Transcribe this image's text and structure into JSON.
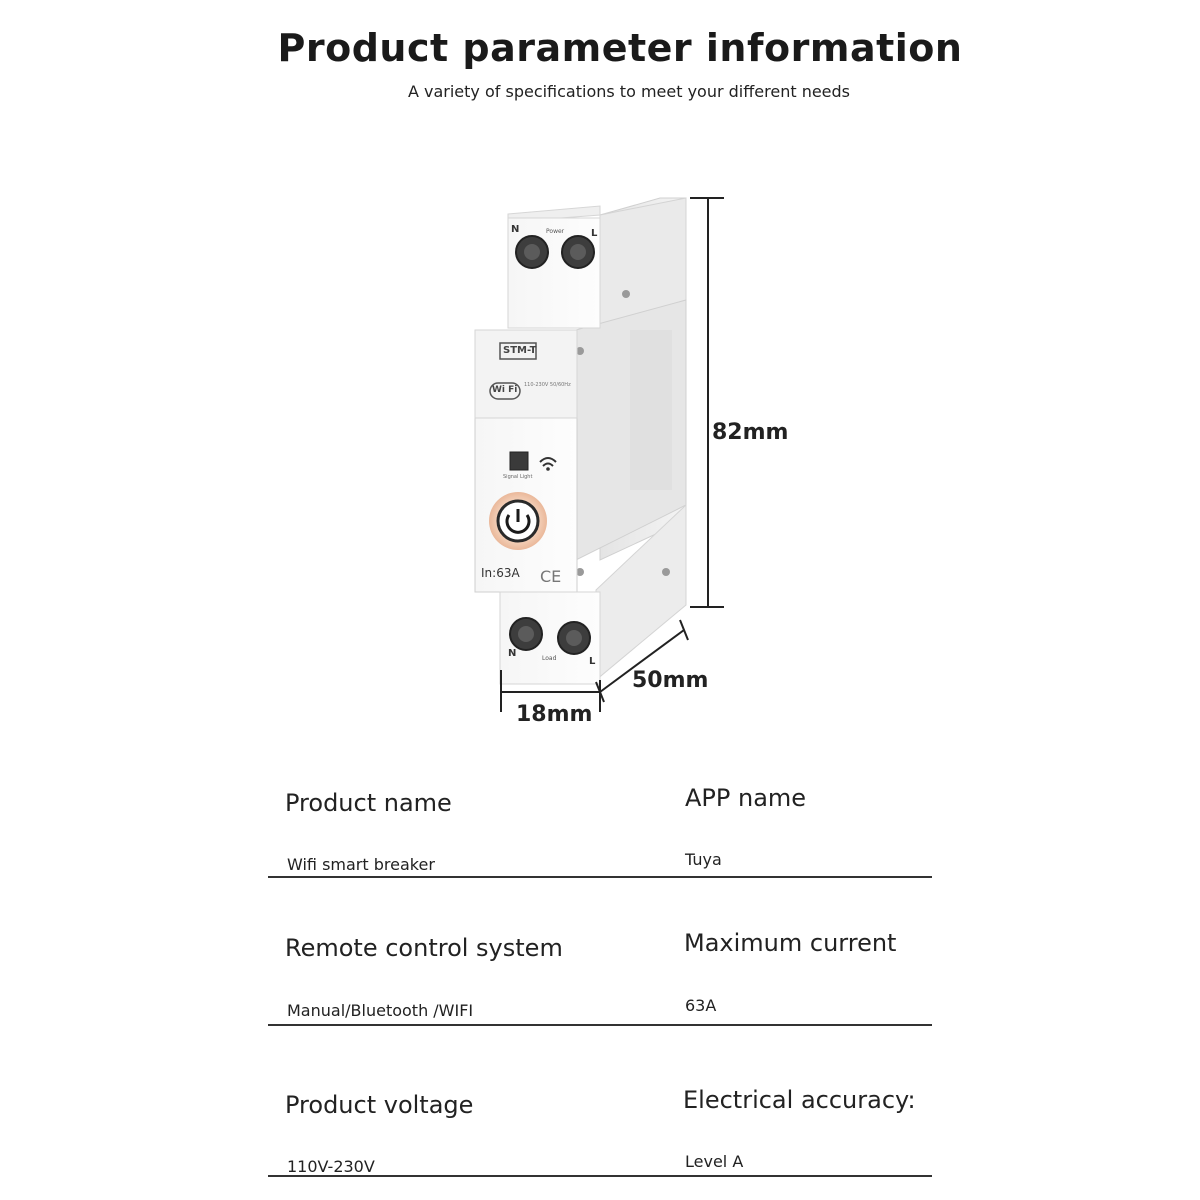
{
  "header": {
    "title": "Product parameter information",
    "subtitle": "A variety of specifications to meet your different needs"
  },
  "device": {
    "model": "STM-T",
    "wifi_badge": "Wi Fi",
    "rating_small": "110-230V 50/60Hz",
    "terminal_top_left": "N",
    "terminal_top_right": "L",
    "power_label": "Power",
    "signal_label": "Signal Light",
    "current_label": "In:63A",
    "load_label": "Load",
    "terminal_bottom_left": "N",
    "terminal_bottom_right": "L",
    "accent_color": "#f0c4a4"
  },
  "dimensions": {
    "height": "82mm",
    "depth": "50mm",
    "width": "18mm"
  },
  "specs": [
    {
      "label": "Product name",
      "value": "Wifi smart breaker"
    },
    {
      "label": "APP name",
      "value": "Tuya"
    },
    {
      "label": "Remote control system",
      "value": "Manual/Bluetooth /WIFI"
    },
    {
      "label": "Maximum current",
      "value": "63A"
    },
    {
      "label": "Product voltage",
      "value": "110V-230V"
    },
    {
      "label": "Electrical accuracy:",
      "value": "Level A"
    }
  ]
}
